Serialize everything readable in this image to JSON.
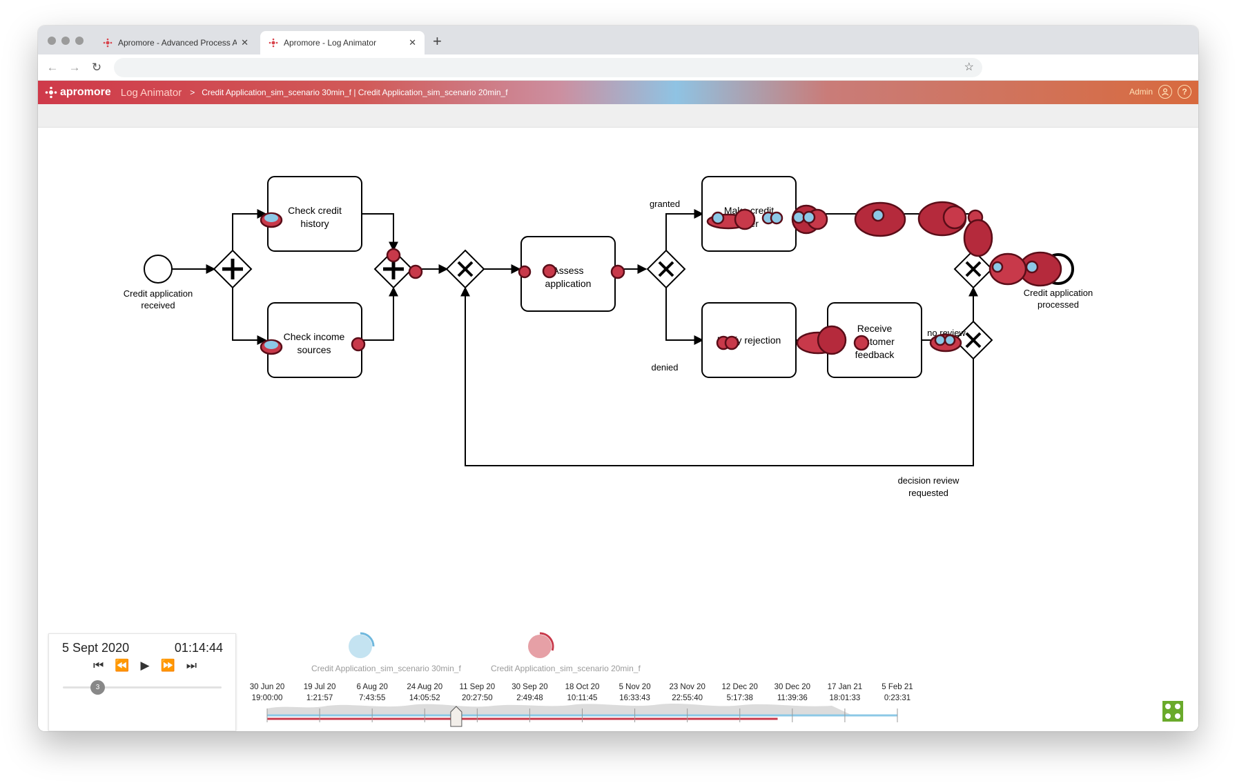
{
  "browser": {
    "tabs": [
      {
        "label": "Apromore - Advanced Process A",
        "active": false
      },
      {
        "label": "Apromore - Log Animator",
        "active": true
      }
    ],
    "icons": {
      "back": "back-arrow-icon",
      "forward": "forward-arrow-icon",
      "reload": "reload-icon",
      "bookmark": "star-icon",
      "new_tab": "plus-icon",
      "close": "close-icon"
    }
  },
  "header": {
    "brand": "apromore",
    "module": "Log Animator",
    "separator": ">",
    "breadcrumb": "Credit Application_sim_scenario 30min_f | Credit Application_sim_scenario 20min_f",
    "user": "Admin",
    "help": "?"
  },
  "model": {
    "start_event": "Credit application received",
    "end_event": "Credit application processed",
    "tasks": {
      "check_credit": "Check credit history",
      "check_income": "Check income sources",
      "assess": "Assess application",
      "make_offer": "Make credit offer",
      "notify_rejection": "Notify rejection",
      "receive_feedback": "Receive customer feedback"
    },
    "gateway_symbols": {
      "parallel": "+",
      "exclusive": "X"
    },
    "flow_labels": {
      "granted": "granted",
      "denied": "denied",
      "no_review": "no review",
      "decision_review": "decision review requested"
    }
  },
  "playback": {
    "date": "5 Sept 2020",
    "time": "01:14:44",
    "speed": "3",
    "progress": 0.2
  },
  "logs": [
    {
      "name": "Credit Application_sim_scenario 30min_f",
      "color": "#8cc8e6",
      "progress": 0.25
    },
    {
      "name": "Credit Application_sim_scenario 20min_f",
      "color": "#c8394a",
      "progress": 0.3
    }
  ],
  "timeline": {
    "ticks": [
      {
        "date": "30 Jun 20",
        "time": "19:00:00"
      },
      {
        "date": "19 Jul 20",
        "time": "1:21:57"
      },
      {
        "date": "6 Aug 20",
        "time": "7:43:55"
      },
      {
        "date": "24 Aug 20",
        "time": "14:05:52"
      },
      {
        "date": "11 Sep 20",
        "time": "20:27:50"
      },
      {
        "date": "30 Sep 20",
        "time": "2:49:48"
      },
      {
        "date": "18 Oct 20",
        "time": "10:11:45"
      },
      {
        "date": "5 Nov 20",
        "time": "16:33:43"
      },
      {
        "date": "23 Nov 20",
        "time": "22:55:40"
      },
      {
        "date": "12 Dec 20",
        "time": "5:17:38"
      },
      {
        "date": "30 Dec 20",
        "time": "11:39:36"
      },
      {
        "date": "17 Jan 21",
        "time": "18:01:33"
      },
      {
        "date": "5 Feb 21",
        "time": "0:23:31"
      }
    ],
    "log_end_fraction": [
      1.0,
      0.81
    ],
    "cursor_fraction": 0.3
  },
  "colors": {
    "token_red": "#c8394a",
    "token_blue": "#8cc8e6",
    "plugin_green": "#6aaa2b"
  }
}
